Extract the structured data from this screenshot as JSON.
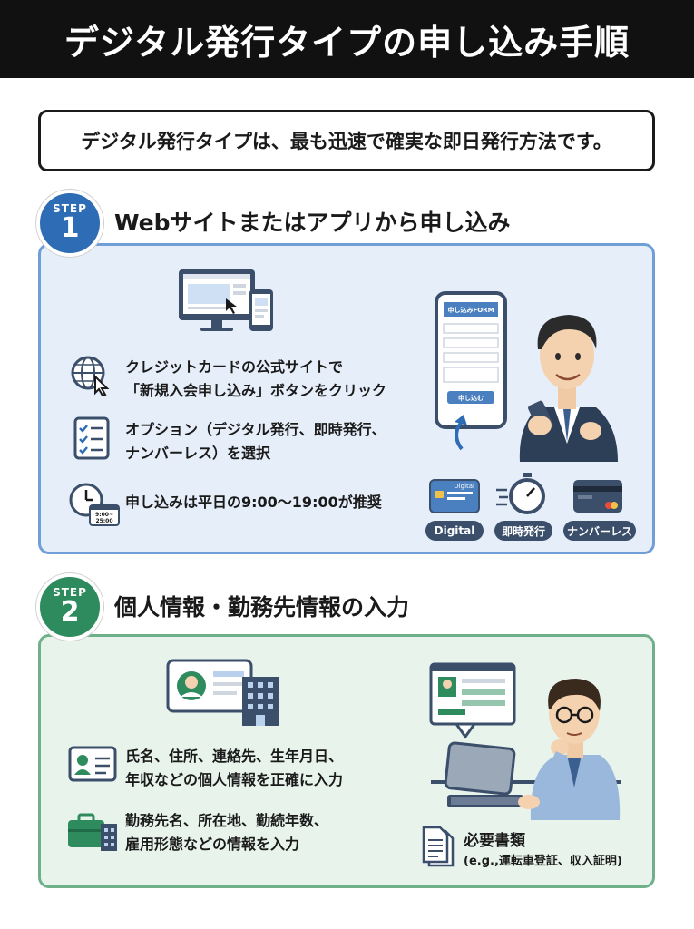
{
  "header": {
    "title": "デジタル発行タイプの申し込み手順"
  },
  "intro": {
    "text": "デジタル発行タイプは、最も迅速で確実な即日発行方法です。"
  },
  "step1": {
    "badge_label": "STEP",
    "badge_number": "1",
    "title": "Webサイトまたはアプリから申し込み",
    "items": [
      {
        "line1": "クレジットカードの公式サイトで",
        "line2": "「新規入会申し込み」ボタンをクリック",
        "icon": "globe-cursor-icon"
      },
      {
        "line1": "オプション（デジタル発行、即時発行、",
        "line2": "ナンバーレス）を選択",
        "icon": "checklist-icon"
      },
      {
        "line1": "申し込みは平日の9:00〜19:00が推奨",
        "line2": "",
        "icon": "clock-calendar-icon"
      }
    ],
    "calendar_times": [
      "9:00~",
      "25:00"
    ],
    "phone_header": "申し込みFORM",
    "phone_button": "申し込む",
    "card_label": "Digital",
    "features": [
      {
        "label": "Digital",
        "icon": "digital-card-icon"
      },
      {
        "label": "即時発行",
        "icon": "stopwatch-icon"
      },
      {
        "label": "ナンバーレス",
        "icon": "numberless-card-icon"
      }
    ],
    "accent_color": "#2e6db5"
  },
  "step2": {
    "badge_label": "STEP",
    "badge_number": "2",
    "title": "個人情報・勤務先情報の入力",
    "items": [
      {
        "line1": "氏名、住所、連絡先、生年月日、",
        "line2": "年収などの個人情報を正確に入力",
        "icon": "id-card-icon"
      },
      {
        "line1": "勤務先名、所在地、勤続年数、",
        "line2": "雇用形態などの情報を入力",
        "icon": "briefcase-building-icon"
      }
    ],
    "documents": {
      "title": "必要書類",
      "sub": "(e.g.,運転車登証、収入証明)",
      "icon": "document-icon"
    },
    "accent_color": "#2e8b5e"
  }
}
